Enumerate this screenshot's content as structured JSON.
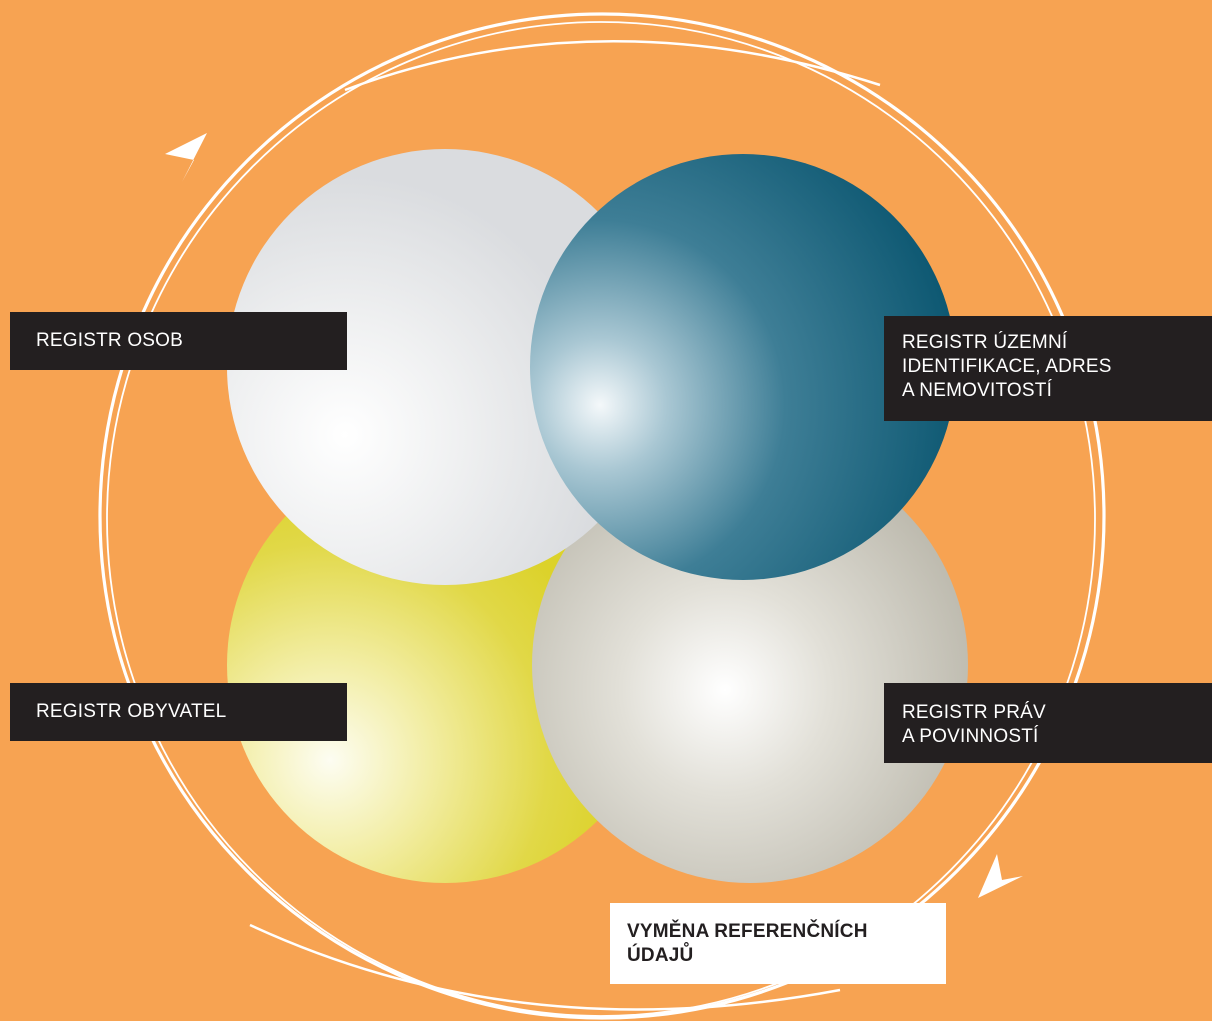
{
  "colors": {
    "background": "#F7A352",
    "label_background": "#231F20",
    "label_text": "#FFFFFF",
    "exchange_label_background": "#FFFFFF",
    "exchange_label_text": "#231F20",
    "ring": "#FFFFFF",
    "sphere_persons": "#E2E4E6",
    "sphere_territorial": "#0E5C74",
    "sphere_residents": "#DDD52E",
    "sphere_rights": "#BDBAAE"
  },
  "spheres": [
    {
      "id": "persons",
      "label": "REGISTR OSOB"
    },
    {
      "id": "territorial",
      "label": "REGISTR ÚZEMNÍ\nIDENTIFIKACE, ADRES\nA NEMOVITOSTÍ"
    },
    {
      "id": "residents",
      "label": "REGISTR OBYVATEL"
    },
    {
      "id": "rights",
      "label": "REGISTR PRÁV\nA POVINNOSTÍ"
    }
  ],
  "exchange": {
    "label": "VYMĚNA REFERENČNÍCH\nÚDAJŮ",
    "arrow_icons": [
      "arrowhead-top-left-icon",
      "arrowhead-bottom-right-icon"
    ]
  }
}
